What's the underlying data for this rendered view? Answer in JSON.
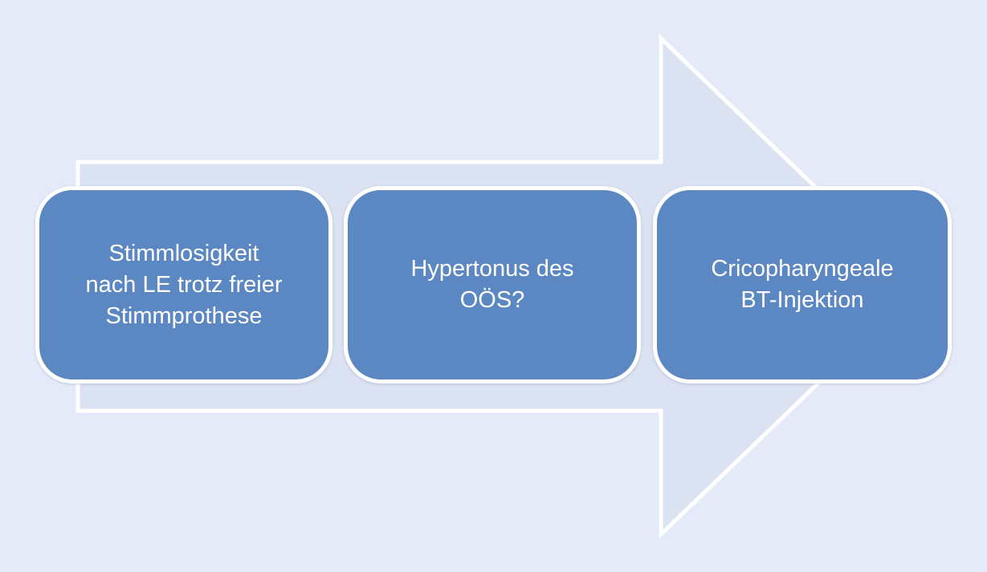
{
  "colors": {
    "background": "#e4eaf8",
    "arrow_fill": "#dbe2f2",
    "arrow_stroke": "#ffffff",
    "box_fill": "#5b87c3",
    "box_text": "#ffffff"
  },
  "steps": [
    {
      "text": "Stimmlosigkeit\nnach LE trotz freier\nStimmprothese"
    },
    {
      "text": "Hypertonus des\nOÖS?"
    },
    {
      "text": "Cricopharyngeale\nBT-Injektion"
    }
  ]
}
